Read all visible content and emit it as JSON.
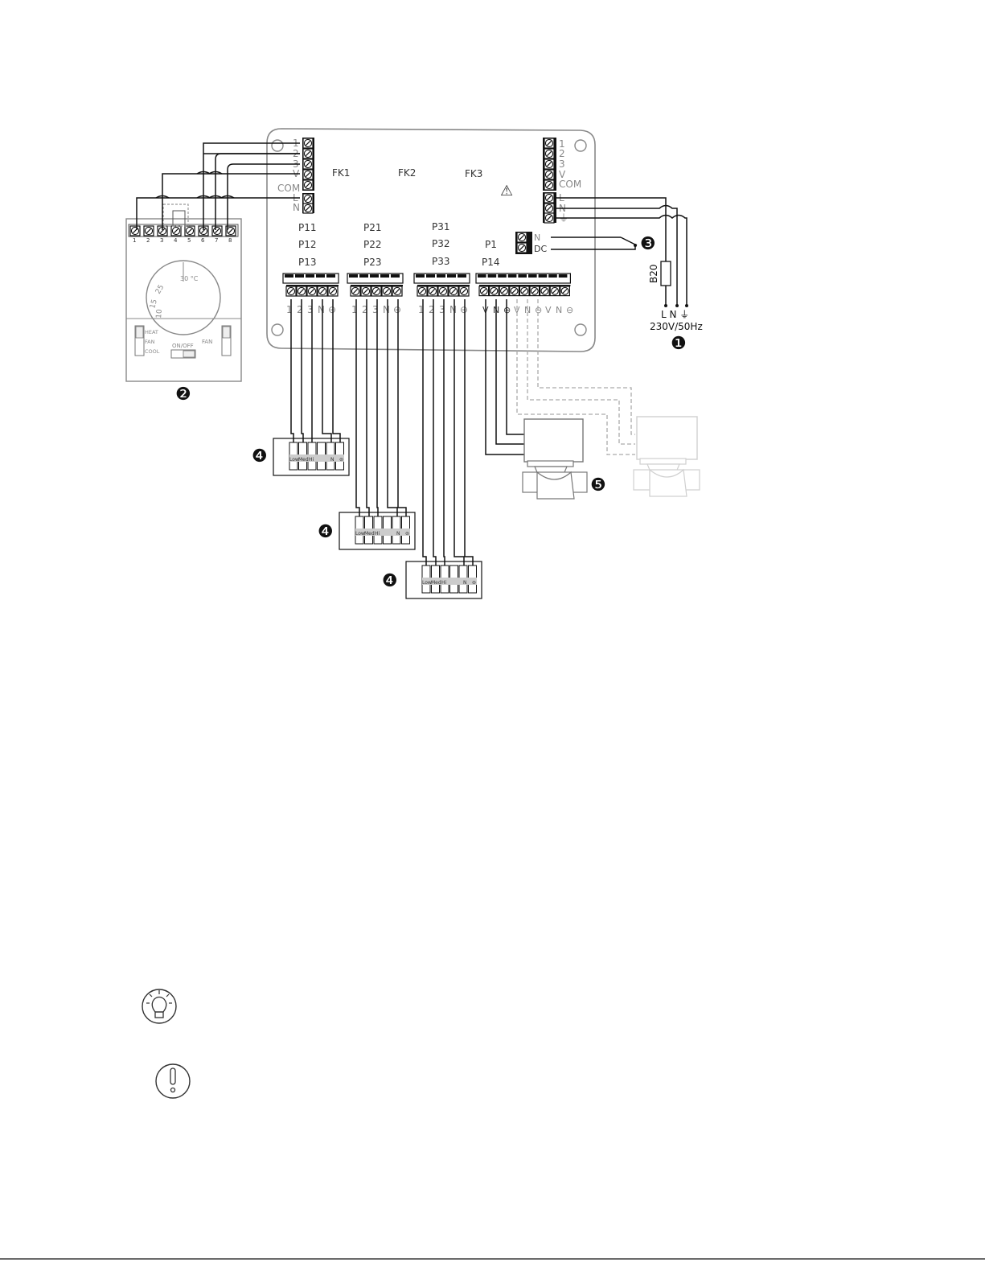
{
  "board": {
    "left_terminals": [
      "1",
      "2",
      "3",
      "V",
      "COM",
      "L",
      "N"
    ],
    "right_terminals": [
      "1",
      "2",
      "3",
      "V",
      "COM",
      "L",
      "N",
      "⏚"
    ],
    "fk": [
      "FK1",
      "FK2",
      "FK3"
    ],
    "warning_symbol": "⚠",
    "p_labels": [
      [
        "P11",
        "P12",
        "P13"
      ],
      [
        "P21",
        "P22",
        "P23"
      ],
      [
        "P31",
        "P32",
        "P33"
      ]
    ],
    "p1_label": "P1",
    "p14_label": "P14",
    "signal_terminals": [
      "N",
      "DC"
    ],
    "fan_terminal_labels": [
      "1",
      "2",
      "3",
      "N",
      "⊖"
    ],
    "valve_terminal_labels": [
      "V",
      "N",
      "⊖",
      "V",
      "N",
      "⊖",
      "V",
      "N",
      "⊖"
    ]
  },
  "supply": {
    "breaker": "B20",
    "lne_labels": "L N ⏚",
    "voltage": "230V/50Hz"
  },
  "thermostat": {
    "terminals": [
      "1",
      "2",
      "3",
      "4",
      "5",
      "6",
      "7",
      "8"
    ],
    "dial_top": "30 °C",
    "dial_numbers": [
      "25",
      "15",
      "10"
    ],
    "mode_labels": [
      "HEAT",
      "FAN",
      "COOL"
    ],
    "onoff": "ON/OFF",
    "fan_label": "FAN"
  },
  "fan_unit_labels": [
    "Low",
    "Med",
    "Hi",
    "N",
    "⊜"
  ],
  "callouts": {
    "supply": "❶",
    "thermostat": "❷",
    "signal": "❸",
    "fan": "❹",
    "valve": "❺"
  },
  "icons": {
    "tip": "lightbulb-icon",
    "warning": "exclamation-icon"
  }
}
